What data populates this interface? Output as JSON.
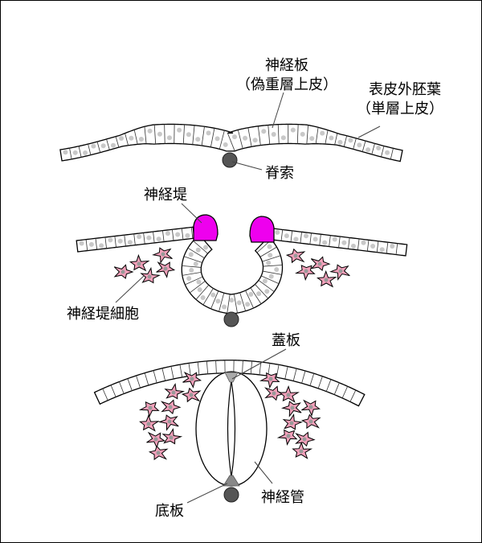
{
  "labels": {
    "neural_plate": "神経板",
    "neural_plate_sub": "（偽重層上皮）",
    "epidermal_ectoderm": "表皮外胚葉",
    "epidermal_ectoderm_sub": "（単層上皮）",
    "notochord": "脊索",
    "neural_crest": "神経堤",
    "neural_crest_cells": "神経堤細胞",
    "roof_plate": "蓋板",
    "neural_tube": "神経管",
    "floor_plate": "底板"
  },
  "colors": {
    "neural_crest": "#ee00ee",
    "crest_cell": "#f2a0ba",
    "notochord": "#555555",
    "nucleus": "#c8c8c8",
    "plate": "#999999"
  }
}
